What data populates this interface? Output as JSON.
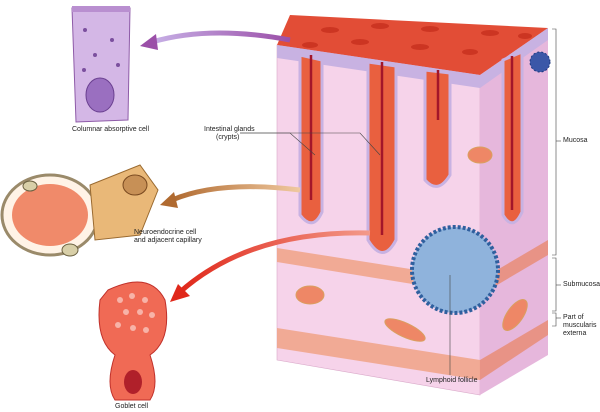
{
  "labels": {
    "columnar_cell": "Columnar absorptive cell",
    "intestinal_glands": "Intestinal glands",
    "intestinal_glands_sub": "(crypts)",
    "neuroendocrine_1": "Neuroendocrine cell",
    "neuroendocrine_2": "and adjacent capillary",
    "goblet_cell": "Goblet cell",
    "lymphoid_follicle": "Lymphoid follicle",
    "mucosa": "Mucosa",
    "submucosa": "Submucosa",
    "muscularis_1": "Part of",
    "muscularis_2": "muscularis",
    "muscularis_3": "externa"
  },
  "colors": {
    "lamina": "#f4cde6",
    "epithelium_top": "#e0533a",
    "crypt": "#c8283a",
    "follicle": "#3a6fb0",
    "arrow_purple": "#9b4fa8",
    "arrow_orange": "#c98a4a",
    "arrow_red": "#e03a2a"
  }
}
